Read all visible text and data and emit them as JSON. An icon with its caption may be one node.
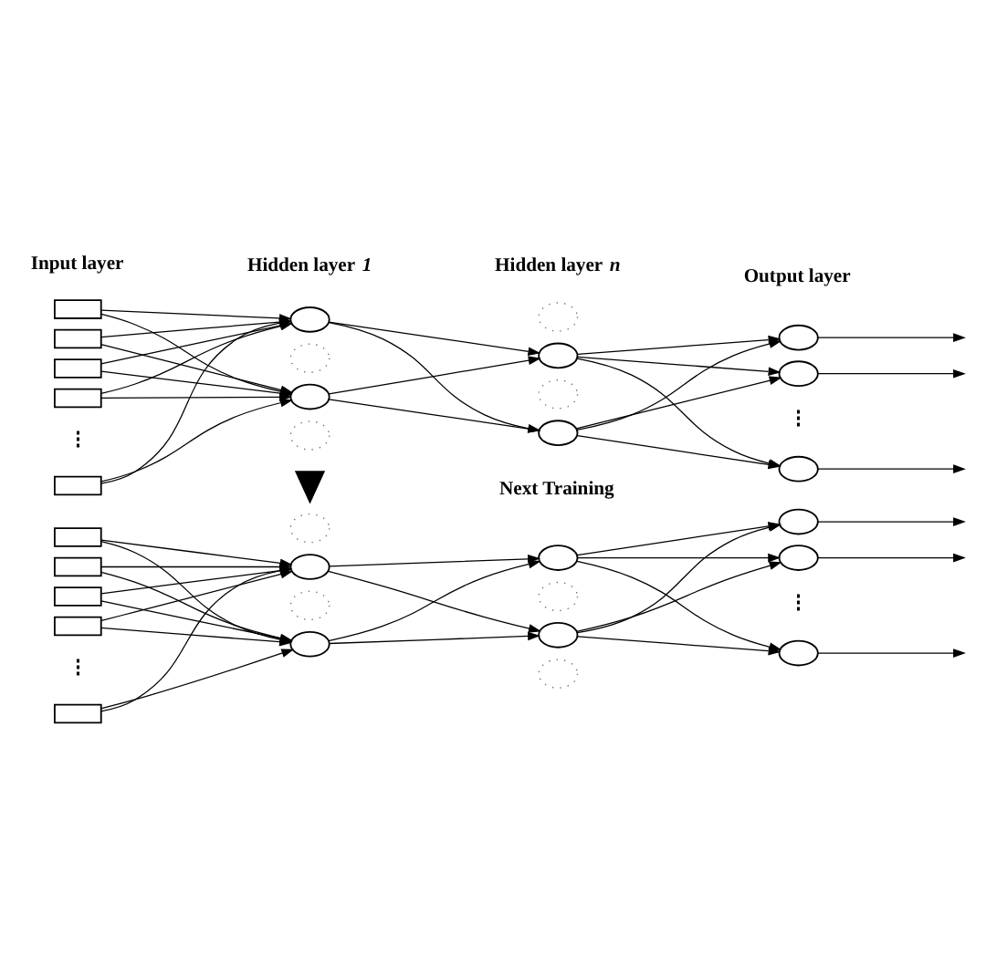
{
  "diagram": {
    "nodes": [
      {
        "text": [],
        "shape": "box"
      },
      {
        "text": [],
        "shape": "box"
      },
      {
        "text": [],
        "shape": "box"
      },
      {
        "text": [],
        "shape": "box"
      },
      {
        "text": [],
        "shape": "box"
      },
      {
        "text": [],
        "shape": "ellipse"
      },
      {
        "text": [],
        "shape": "circle"
      },
      {
        "text": [],
        "shape": "ellipse"
      },
      {
        "text": [],
        "shape": "circle"
      },
      {
        "text": [],
        "shape": "circle"
      },
      {
        "text": [],
        "shape": "ellipse"
      },
      {
        "text": [],
        "shape": "circle"
      },
      {
        "text": [],
        "shape": "ellipse"
      },
      {
        "text": [],
        "shape": "ellipse"
      },
      {
        "text": [],
        "shape": "ellipse"
      },
      {
        "text": [],
        "shape": "ellipse"
      },
      {
        "text": [],
        "shape": "arrow"
      },
      {
        "text": [],
        "shape": "box"
      },
      {
        "text": [],
        "shape": "box"
      },
      {
        "text": [],
        "shape": "box"
      },
      {
        "text": [],
        "shape": "box"
      },
      {
        "text": [],
        "shape": "box"
      },
      {
        "text": [],
        "shape": "circle"
      },
      {
        "text": [],
        "shape": "ellipse"
      },
      {
        "text": [],
        "shape": "circle"
      },
      {
        "text": [],
        "shape": "ellipse"
      },
      {
        "text": [],
        "shape": "ellipse"
      },
      {
        "text": [],
        "shape": "circle"
      },
      {
        "text": [],
        "shape": "ellipse"
      },
      {
        "text": [],
        "shape": "circle"
      },
      {
        "text": [],
        "shape": "ellipse"
      },
      {
        "text": [],
        "shape": "ellipse"
      },
      {
        "text": [],
        "shape": "ellipse"
      }
    ],
    "edges": [
      {
        "from": 0,
        "to": 5,
        "arrow": "to"
      },
      {
        "from": 0,
        "to": 7,
        "arrow": "to"
      },
      {
        "from": 1,
        "to": 5,
        "arrow": "to"
      },
      {
        "from": 1,
        "to": 7,
        "arrow": "to"
      },
      {
        "from": 2,
        "to": 5,
        "arrow": "to"
      },
      {
        "from": 2,
        "to": 7,
        "arrow": "to"
      },
      {
        "from": 3,
        "to": 5,
        "arrow": "to"
      },
      {
        "from": 3,
        "to": 7,
        "arrow": "to"
      },
      {
        "from": 4,
        "to": 5,
        "arrow": "to"
      },
      {
        "from": 4,
        "to": 7,
        "arrow": "to"
      },
      {
        "from": 5,
        "to": 10,
        "arrow": "to"
      },
      {
        "from": 5,
        "to": 12,
        "arrow": "to"
      },
      {
        "from": 7,
        "to": 10,
        "arrow": "to"
      },
      {
        "from": 7,
        "to": 12,
        "arrow": "to"
      },
      {
        "from": 10,
        "to": 13,
        "arrow": "to"
      },
      {
        "from": 10,
        "to": 14,
        "arrow": "to"
      },
      {
        "from": 10,
        "to": 15,
        "arrow": "to"
      },
      {
        "from": 12,
        "to": 13,
        "arrow": "to"
      },
      {
        "from": 12,
        "to": 14,
        "arrow": "to"
      },
      {
        "from": 12,
        "to": 15,
        "arrow": "to"
      },
      {
        "from": 13,
        "to": null,
        "arrow": "to"
      },
      {
        "from": 14,
        "to": null,
        "arrow": "to"
      },
      {
        "from": 15,
        "to": null,
        "arrow": "to"
      },
      {
        "from": 17,
        "to": 23,
        "arrow": "to"
      },
      {
        "from": 17,
        "to": 25,
        "arrow": "to"
      },
      {
        "from": 18,
        "to": 23,
        "arrow": "to"
      },
      {
        "from": 18,
        "to": 25,
        "arrow": "to"
      },
      {
        "from": 19,
        "to": 23,
        "arrow": "to"
      },
      {
        "from": 19,
        "to": 25,
        "arrow": "to"
      },
      {
        "from": 20,
        "to": 23,
        "arrow": "to"
      },
      {
        "from": 20,
        "to": 25,
        "arrow": "to"
      },
      {
        "from": 21,
        "to": 23,
        "arrow": "to"
      },
      {
        "from": 21,
        "to": 25,
        "arrow": "to"
      },
      {
        "from": 23,
        "to": 26,
        "arrow": "to"
      },
      {
        "from": 23,
        "to": 28,
        "arrow": "to"
      },
      {
        "from": 25,
        "to": 26,
        "arrow": "to"
      },
      {
        "from": 25,
        "to": 28,
        "arrow": "to"
      },
      {
        "from": 26,
        "to": 30,
        "arrow": "to"
      },
      {
        "from": 26,
        "to": 31,
        "arrow": "to"
      },
      {
        "from": 26,
        "to": 32,
        "arrow": "to"
      },
      {
        "from": 28,
        "to": 30,
        "arrow": "to"
      },
      {
        "from": 28,
        "to": 31,
        "arrow": "to"
      },
      {
        "from": 28,
        "to": 32,
        "arrow": "to"
      },
      {
        "from": 30,
        "to": null,
        "arrow": "to"
      },
      {
        "from": 31,
        "to": null,
        "arrow": "to"
      },
      {
        "from": 32,
        "to": null,
        "arrow": "to"
      }
    ],
    "labels": [
      "Input layer",
      "Hidden layer *1*",
      "Hidden layer *n*",
      "Output layer",
      "⋮",
      "⋮",
      "Next Training",
      "⋮",
      "⋮"
    ]
  }
}
